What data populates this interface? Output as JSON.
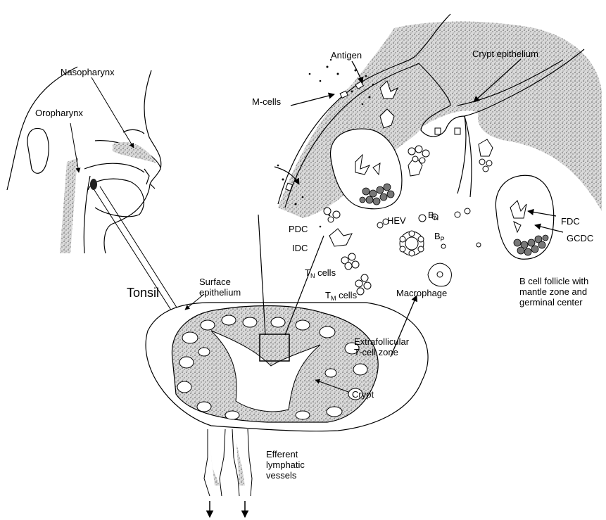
{
  "labels": {
    "antigen": "Antigen",
    "crypt_epithelium": "Crypt epithelium",
    "nasopharynx": "Nasopharynx",
    "oropharynx": "Oropharynx",
    "m_cells": "M-cells",
    "pdc": "PDC",
    "idc": "IDC",
    "hev": "HEV",
    "b_n": {
      "main": "B",
      "sub": "N"
    },
    "b_p": {
      "main": "B",
      "sub": "P"
    },
    "fdc": "FDC",
    "gcdc": "GCDC",
    "t_n": {
      "main": "T",
      "sub": "N",
      "rest": " cells"
    },
    "t_m": {
      "main": "T",
      "sub": "M",
      "rest": " cells"
    },
    "macrophage": "Macrophage",
    "tonsil": "Tonsil",
    "surface_epithelium": [
      "Surface",
      "epithelium"
    ],
    "b_cell_follicle": [
      "B cell follicle with",
      "mantle zone and",
      "germinal center"
    ],
    "extrafollicular": [
      "Extrafollicular",
      "T-cell zone"
    ],
    "crypt": "Crypt",
    "efferent": [
      "Efferent",
      "lymphatic",
      "vessels"
    ]
  }
}
